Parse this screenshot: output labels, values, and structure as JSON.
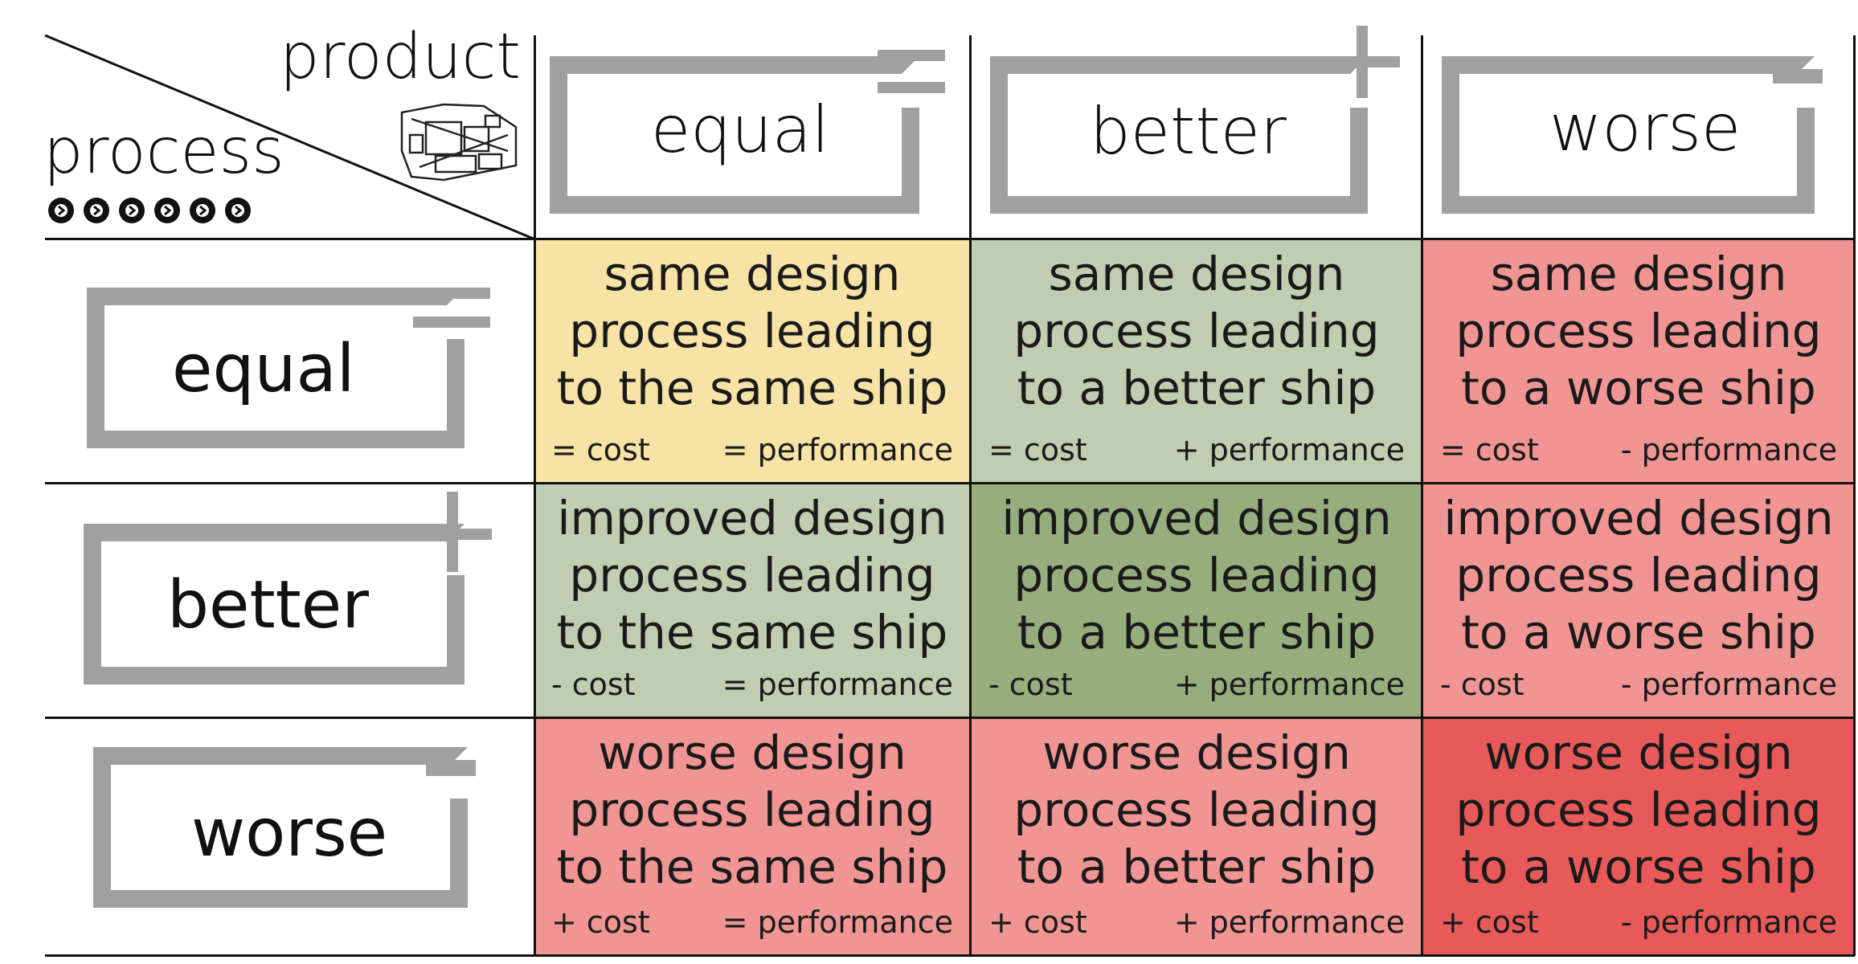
{
  "corner": {
    "product_label": "product",
    "process_label": "process"
  },
  "columns": [
    {
      "label": "equal",
      "symbol": "="
    },
    {
      "label": "better",
      "symbol": "+"
    },
    {
      "label": "worse",
      "symbol": "-"
    }
  ],
  "rows": [
    {
      "label": "equal",
      "symbol": "="
    },
    {
      "label": "better",
      "symbol": "+"
    },
    {
      "label": "worse",
      "symbol": "-"
    }
  ],
  "cells": [
    [
      {
        "text": "same design\nprocess leading\nto the same ship",
        "cost": "= cost",
        "perf": "= performance",
        "color": "#f7e3a6"
      },
      {
        "text": "same design\nprocess leading\nto a better ship",
        "cost": "= cost",
        "perf": "+ performance",
        "color": "#c1cdb0"
      },
      {
        "text": "same design\nprocess leading\nto a worse ship",
        "cost": "= cost",
        "perf": "- performance",
        "color": "#f09594"
      }
    ],
    [
      {
        "text": "improved design\nprocess leading\nto the same ship",
        "cost": "- cost",
        "perf": "= performance",
        "color": "#c1cdb0"
      },
      {
        "text": "improved design\nprocess leading\nto a better ship",
        "cost": "- cost",
        "perf": "+ performance",
        "color": "#98ad7d"
      },
      {
        "text": "improved design\nprocess leading\nto a worse ship",
        "cost": "- cost",
        "perf": "- performance",
        "color": "#f09594"
      }
    ],
    [
      {
        "text": "worse design\nprocess leading\nto the same ship",
        "cost": "+ cost",
        "perf": "= performance",
        "color": "#f09594"
      },
      {
        "text": "worse design\nprocess leading\nto a better ship",
        "cost": "+ cost",
        "perf": "+ performance",
        "color": "#f09594"
      },
      {
        "text": "worse design\nprocess leading\nto a worse ship",
        "cost": "+ cost",
        "perf": "- performance",
        "color": "#e85a5a"
      }
    ]
  ]
}
